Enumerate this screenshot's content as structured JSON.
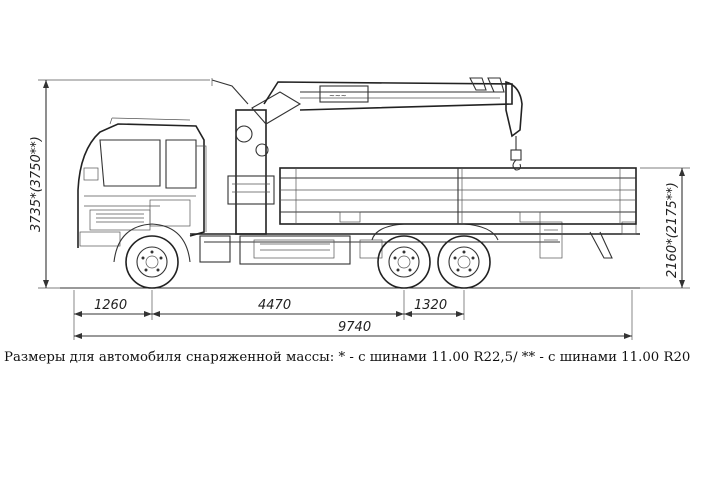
{
  "dimensions": {
    "front_overhang": "1260",
    "wheelbase": "4470",
    "rear_axle_spacing": "1320",
    "overall_length": "9740",
    "overall_height": "3735*(3750**)",
    "platform_height": "2160*(2175**)"
  },
  "caption": "Размеры для автомобиля снаряженной массы: * - с шинами 11.00 R22,5/ ** - с шинами 11.00 R20"
}
